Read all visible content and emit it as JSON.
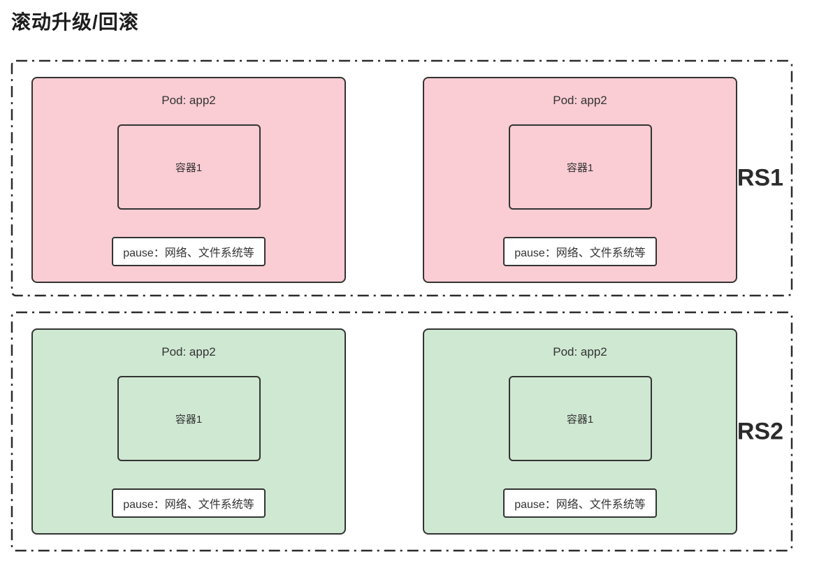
{
  "title": "滚动升级/回滚",
  "colors": {
    "rs1_pod_fill": "#f9cdd3",
    "rs2_pod_fill": "#cfe8d2",
    "border": "#333333",
    "pause_fill": "#ffffff"
  },
  "replica_sets": [
    {
      "label": "RS1",
      "pods": [
        {
          "title": "Pod: app2",
          "container": "容器1",
          "pause": "pause：网络、文件系统等"
        },
        {
          "title": "Pod: app2",
          "container": "容器1",
          "pause": "pause：网络、文件系统等"
        }
      ]
    },
    {
      "label": "RS2",
      "pods": [
        {
          "title": "Pod: app2",
          "container": "容器1",
          "pause": "pause：网络、文件系统等"
        },
        {
          "title": "Pod: app2",
          "container": "容器1",
          "pause": "pause：网络、文件系统等"
        }
      ]
    }
  ]
}
